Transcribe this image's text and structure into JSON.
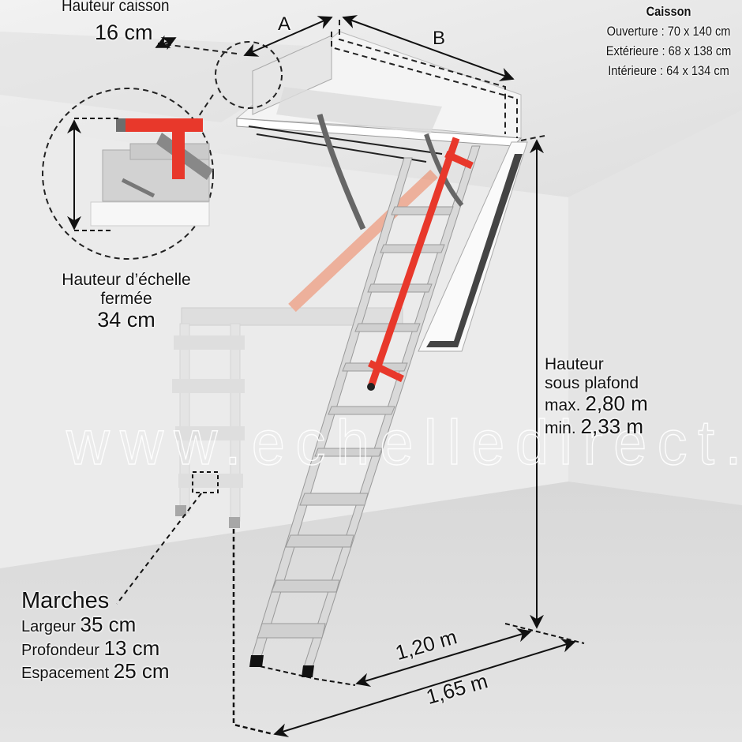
{
  "diagram": {
    "subject": "Escalier escamotable / attic ladder dimensions",
    "colors": {
      "background": "#e9e9e9",
      "wall": "#ececec",
      "floor": "#dcdcdc",
      "ladder": "#d9d9d9",
      "handrail": "#e8382b",
      "handrail_ghost": "#f2a98a",
      "dimension_line": "#111111"
    }
  },
  "caisson_spec": {
    "title": "Caisson",
    "ouverture": "Ouverture : 70 x 140 cm",
    "exterieure": "Extérieure : 68 x 138 cm",
    "interieure": "Intérieure : 64 x 134 cm"
  },
  "hauteur_caisson": {
    "label": "Hauteur caisson",
    "value": "16 cm"
  },
  "dimension_letters": {
    "a": "A",
    "b": "B"
  },
  "hauteur_echelle_fermee": {
    "line1": "Hauteur d’échelle",
    "line2": "fermée",
    "value": "34 cm"
  },
  "hauteur_sous_plafond": {
    "line1": "Hauteur",
    "line2": "sous plafond",
    "max_prefix": "max.",
    "max_value": "2,80 m",
    "min_prefix": "min.",
    "min_value": "2,33 m"
  },
  "marches": {
    "title": "Marches",
    "largeur_label": "Largeur",
    "largeur_value": "35 cm",
    "profondeur_label": "Profondeur",
    "profondeur_value": "13 cm",
    "espacement_label": "Espacement",
    "espacement_value": "25 cm"
  },
  "floor_dimensions": {
    "short": "1,20 m",
    "long": "1,65 m"
  },
  "watermark": "www.echelledirect.fr"
}
